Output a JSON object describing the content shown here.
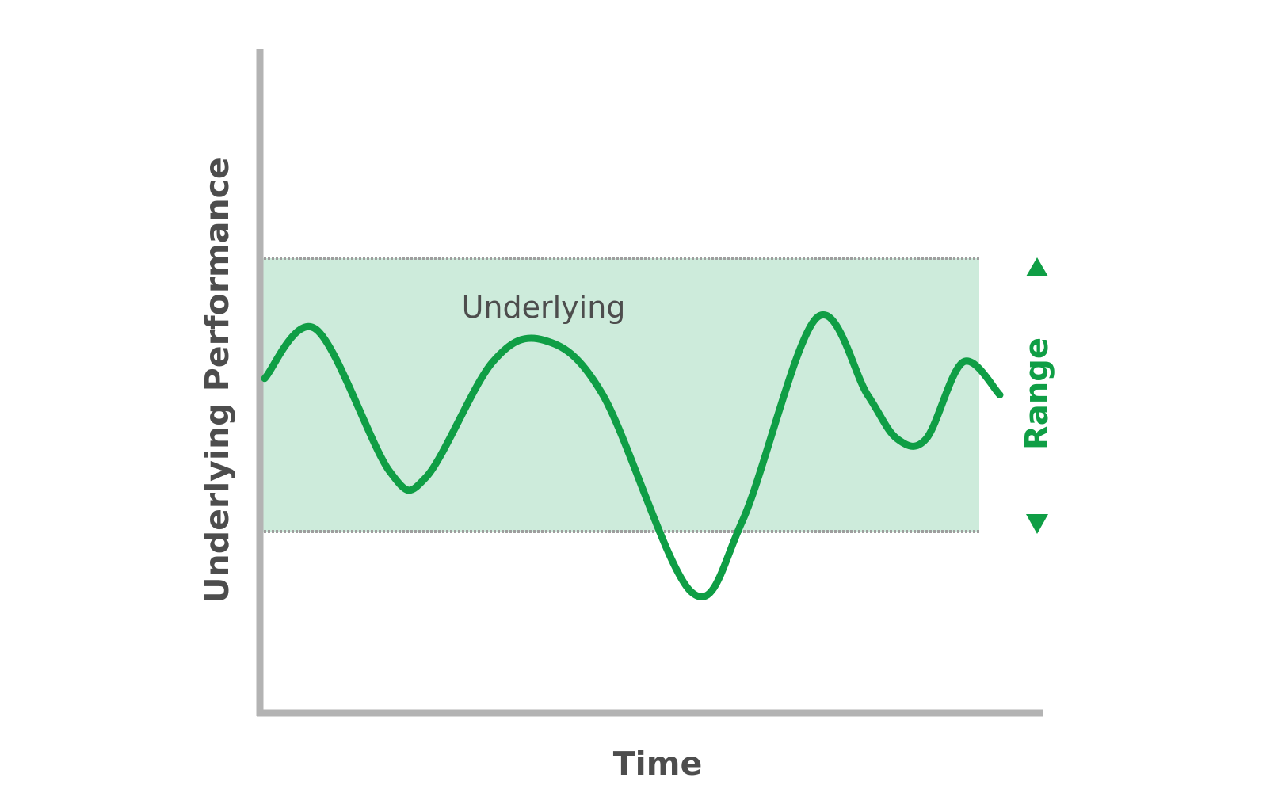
{
  "chart_data": {
    "type": "line",
    "title": "",
    "xlabel": "Time",
    "ylabel": "Underlying Performance",
    "series": [
      {
        "name": "Underlying",
        "x": [
          0,
          0.07,
          0.17,
          0.22,
          0.31,
          0.38,
          0.46,
          0.58,
          0.65,
          0.75,
          0.82,
          0.86,
          0.9,
          0.95,
          1.0
        ],
        "values": [
          0.56,
          0.74,
          0.22,
          0.2,
          0.62,
          0.7,
          0.5,
          -0.22,
          0.04,
          0.78,
          0.5,
          0.34,
          0.34,
          0.62,
          0.5
        ]
      }
    ],
    "band": {
      "label": "Range",
      "lower": 0,
      "upper": 1
    },
    "grid": false,
    "legend": "none"
  },
  "colors": {
    "line": "#0f9e45",
    "band_fill": "#cdebdb",
    "band_border": "#9e9e9e",
    "axis": "#b3b3b3",
    "text": "#4d4d4d",
    "accent": "#0f9e45"
  },
  "icons": {
    "range_top": "triangle-up-icon",
    "range_bottom": "triangle-down-icon"
  }
}
